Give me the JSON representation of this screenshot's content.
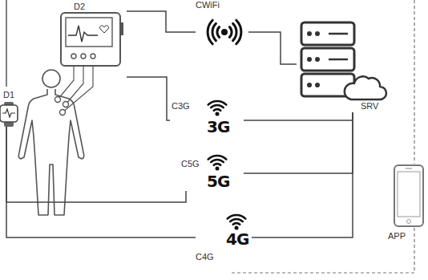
{
  "diagram": {
    "nodes": [
      {
        "text": [
          "D2"
        ]
      },
      {
        "text": [
          "CWiFi"
        ]
      },
      {
        "text": [
          "SRV"
        ]
      },
      {
        "text": [
          "D1"
        ]
      },
      {
        "text": [
          "C3G",
          "3G"
        ]
      },
      {
        "text": [
          "C5G",
          "5G"
        ]
      },
      {
        "text": [
          "APP"
        ]
      },
      {
        "text": [
          "C4G",
          "4G"
        ]
      }
    ],
    "edges": [
      {
        "from": 0,
        "to": 1,
        "arrow": "none"
      },
      {
        "from": 1,
        "to": 2,
        "arrow": "none"
      },
      {
        "from": 0,
        "to": 4,
        "arrow": "none"
      },
      {
        "from": 4,
        "to": 2,
        "arrow": "none"
      },
      {
        "from": 5,
        "to": 2,
        "arrow": "none"
      },
      {
        "from": 7,
        "to": 2,
        "arrow": "none"
      },
      {
        "from": 3,
        "to": 5,
        "arrow": "none"
      },
      {
        "from": 3,
        "to": 7,
        "arrow": "none"
      }
    ]
  }
}
